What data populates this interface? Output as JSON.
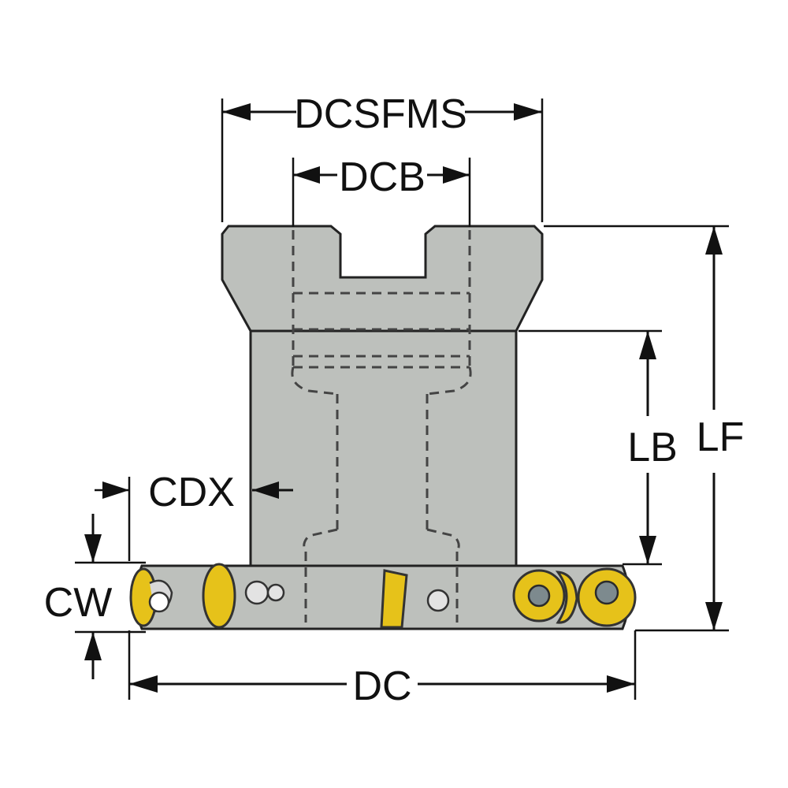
{
  "labels": {
    "dcsfms": "DCSFMS",
    "dcb": "DCB",
    "lf": "LF",
    "lb": "LB",
    "cdx": "CDX",
    "cw": "CW",
    "dc": "DC"
  },
  "colors": {
    "body": "#bdc0bc",
    "insert": "#e6c21a",
    "line": "#111111"
  }
}
